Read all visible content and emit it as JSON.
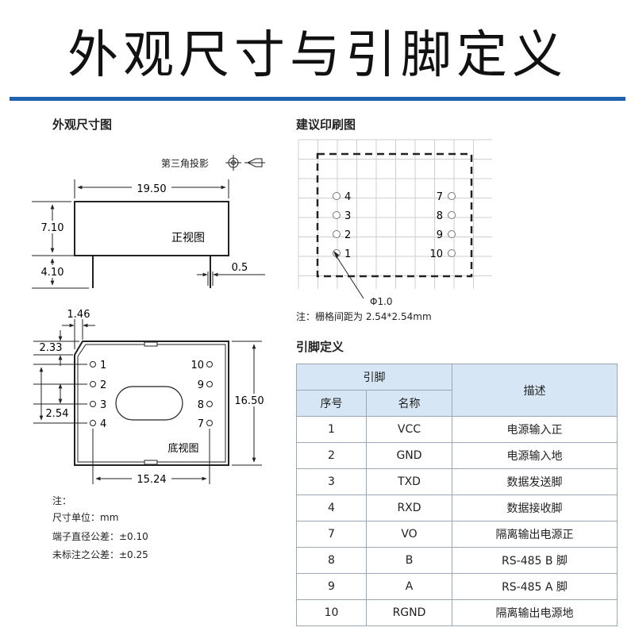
{
  "title": "外观尺寸与引脚定义",
  "left": {
    "heading": "外观尺寸图",
    "projection_label": "第三角投影",
    "front": {
      "width": "19.50",
      "height": "7.10",
      "pin_length": "4.10",
      "pin_width": "0.5",
      "label": "正视图"
    },
    "bottom": {
      "offset_x": "1.46",
      "offset_y": "2.33",
      "pitch": "2.54",
      "height": "16.50",
      "row_spacing": "15.24",
      "label": "底视图",
      "pins_left": [
        "1",
        "2",
        "3",
        "4"
      ],
      "pins_right": [
        "10",
        "9",
        "8",
        "7"
      ]
    },
    "notes": {
      "n0": "注：",
      "n1": "尺寸单位：mm",
      "n2": "端子直径公差：±0.10",
      "n3": "未标注之公差：±0.25"
    }
  },
  "right": {
    "heading_layout": "建议印刷图",
    "layout_pins_left": [
      "4",
      "3",
      "2",
      "1"
    ],
    "layout_pins_right": [
      "7",
      "8",
      "9",
      "10"
    ],
    "hole_label": "Φ1.0",
    "grid_note": "注：栅格间距为 2.54*2.54mm",
    "heading_pins": "引脚定义",
    "table": {
      "group_header": "引脚",
      "col_no": "序号",
      "col_name": "名称",
      "col_desc": "描述",
      "rows": [
        {
          "no": "1",
          "name": "VCC",
          "desc": "电源输入正"
        },
        {
          "no": "2",
          "name": "GND",
          "desc": "电源输入地"
        },
        {
          "no": "3",
          "name": "TXD",
          "desc": "数据发送脚"
        },
        {
          "no": "4",
          "name": "RXD",
          "desc": "数据接收脚"
        },
        {
          "no": "7",
          "name": "VO",
          "desc": "隔离输出电源正"
        },
        {
          "no": "8",
          "name": "B",
          "desc": "RS-485 B 脚"
        },
        {
          "no": "9",
          "name": "A",
          "desc": "RS-485 A 脚"
        },
        {
          "no": "10",
          "name": "RGND",
          "desc": "隔离输出电源地"
        }
      ]
    }
  },
  "colors": {
    "rule": "#1f63b0",
    "table_header": "#d6e6f4"
  }
}
